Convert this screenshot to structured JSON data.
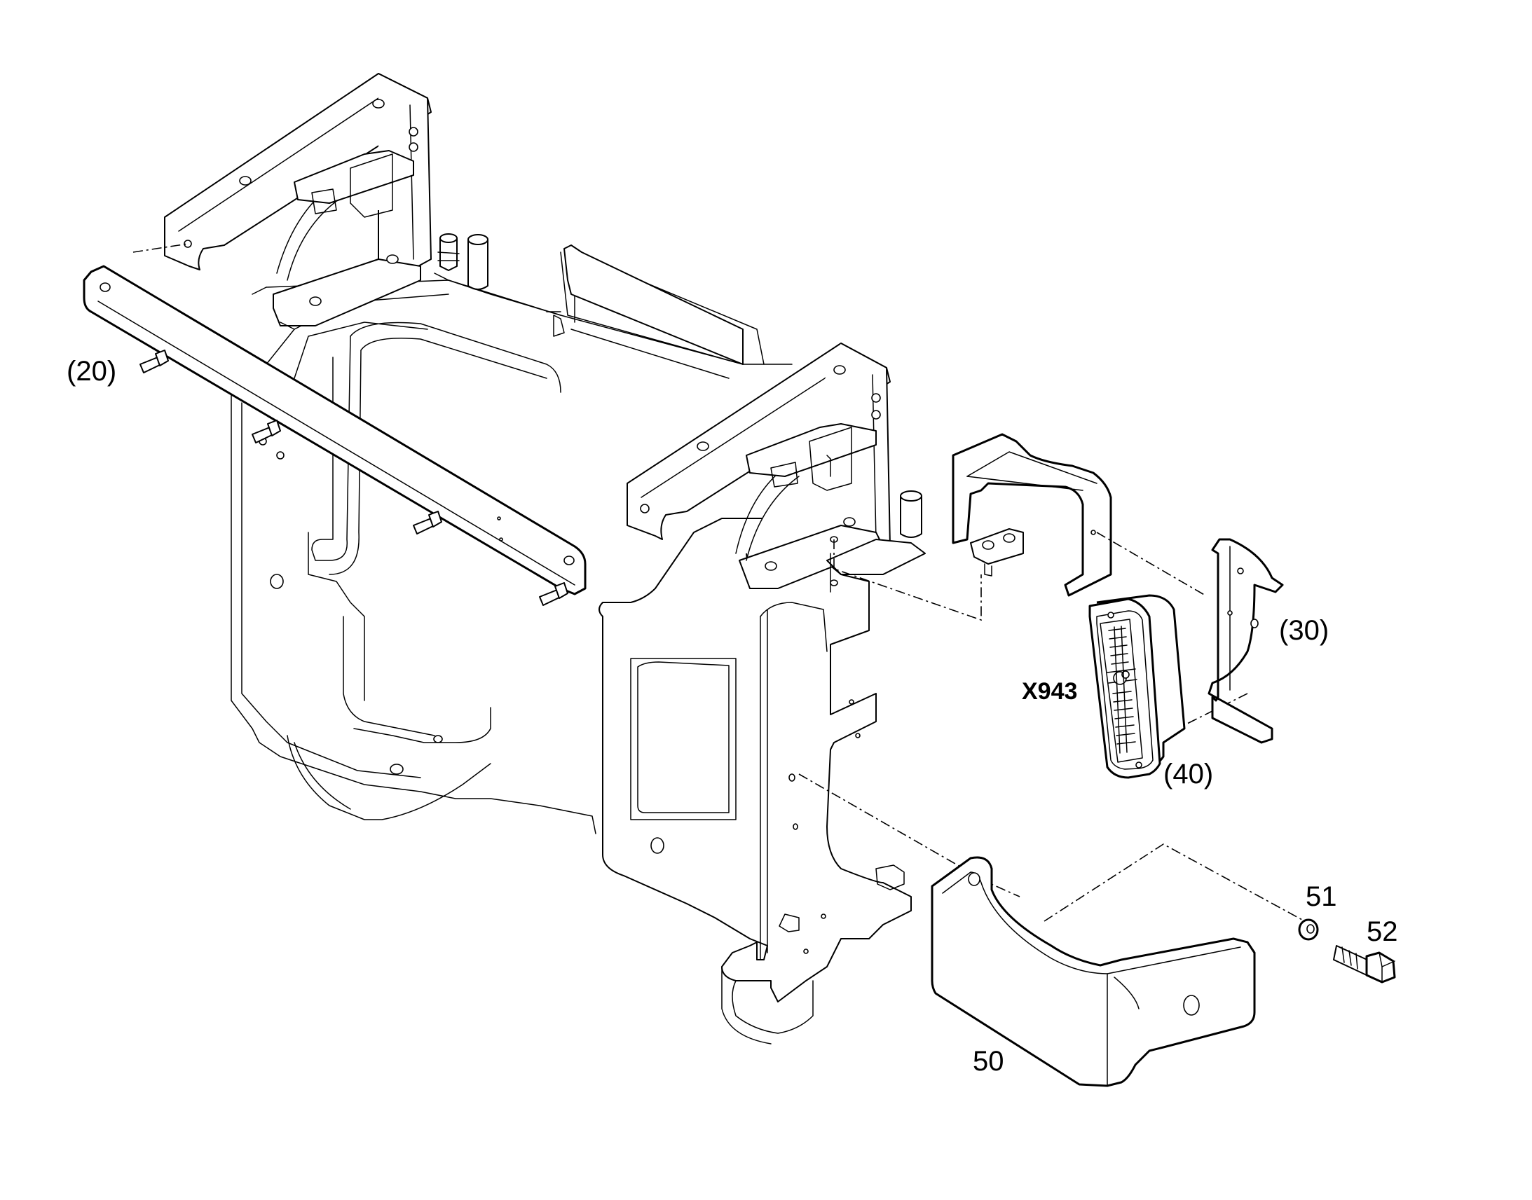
{
  "diagram": {
    "callouts": {
      "c20": "(20)",
      "c30": "(30)",
      "c40": "(40)",
      "x943": "X943",
      "c50": "50",
      "c51": "51",
      "c52": "52"
    }
  }
}
